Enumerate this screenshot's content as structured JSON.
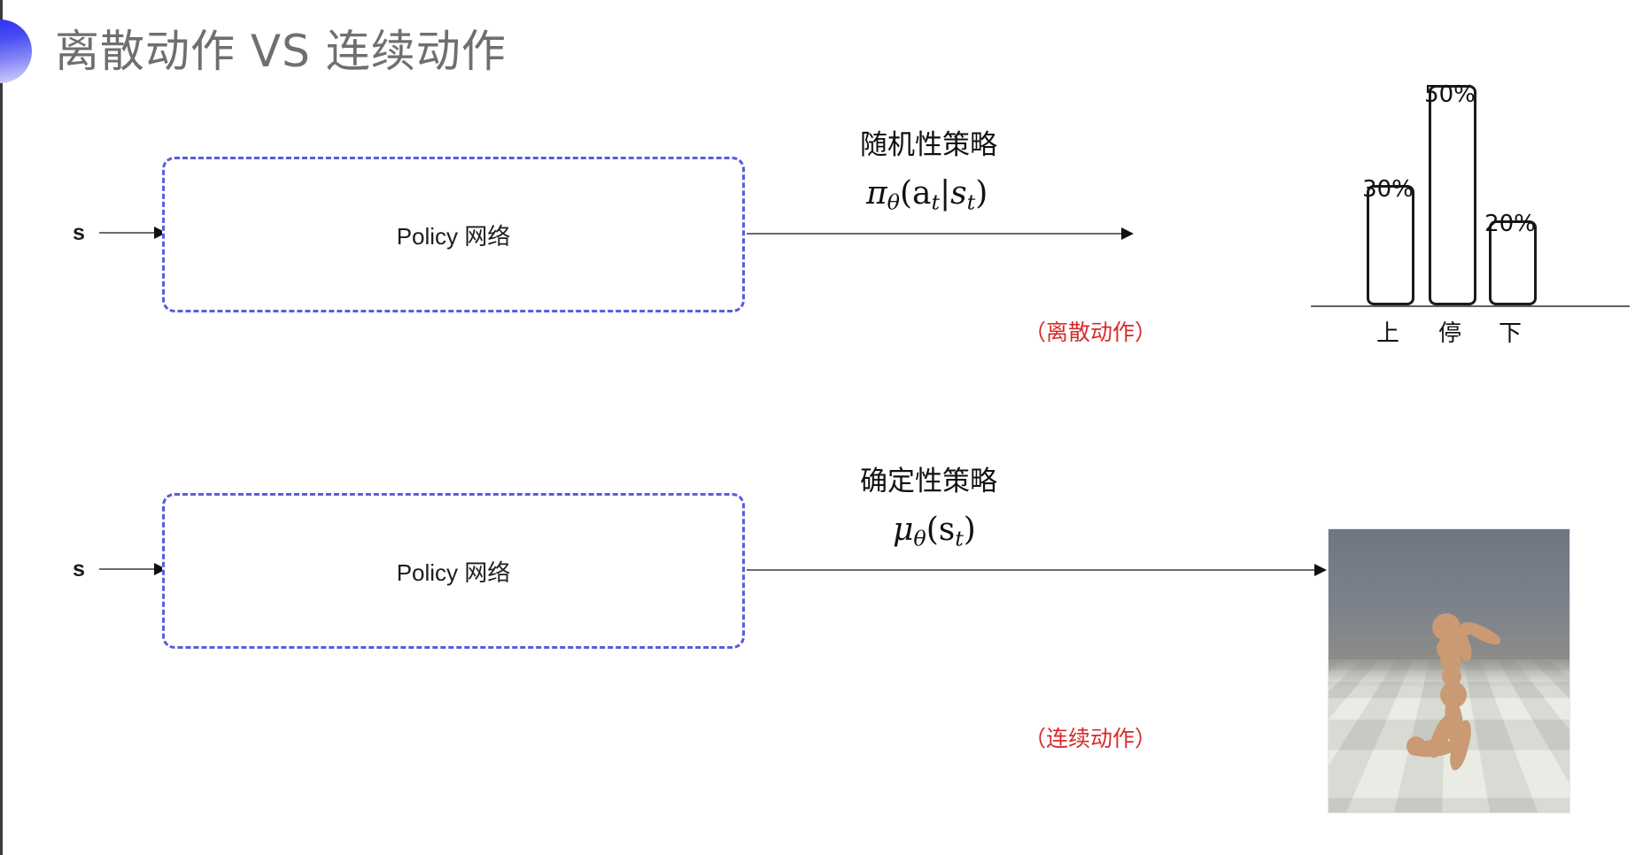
{
  "slide": {
    "title": "离散动作 VS 连续动作",
    "title_color": "#6f6f6f",
    "accent_color": "#2d2df0",
    "background": "#ffffff"
  },
  "rows": [
    {
      "id": "discrete",
      "input_label": "s",
      "box_label": "Policy 网络",
      "policy_name": "随机性策略",
      "policy_formula_prefix": "π",
      "policy_formula_theta": "θ",
      "policy_formula_body": "(a",
      "policy_formula_sub1": "t",
      "policy_formula_mid": "|s",
      "policy_formula_sub2": "t",
      "policy_formula_suffix": ")",
      "action_note": "（离散动作）",
      "action_note_color": "#d62b2b"
    },
    {
      "id": "continuous",
      "input_label": "s",
      "box_label": "Policy 网络",
      "policy_name": "确定性策略",
      "policy_formula_prefix": "μ",
      "policy_formula_theta": "θ",
      "policy_formula_body": "(s",
      "policy_formula_sub1": "t",
      "policy_formula_mid": "",
      "policy_formula_sub2": "",
      "policy_formula_suffix": ")",
      "action_note": "（连续动作）",
      "action_note_color": "#d62b2b"
    }
  ],
  "chart_data": {
    "type": "bar",
    "title": "",
    "xlabel": "",
    "ylabel": "",
    "categories": [
      "上",
      "停",
      "下"
    ],
    "values": [
      30,
      50,
      20
    ],
    "value_labels": [
      "30%",
      "50%",
      "20%"
    ],
    "ylim": [
      0,
      60
    ],
    "grid": false,
    "legend": "none",
    "bar_fill": "#ffffff",
    "bar_stroke": "#1b1b1b",
    "axis_color": "#5f5f66"
  },
  "sim": {
    "caption": "",
    "alt": "humanoid-mujoco-simulation",
    "sky_color": "#77808c",
    "floor_light": "#e9ece4",
    "floor_dark": "#111111",
    "body_color": "#c99a74"
  }
}
